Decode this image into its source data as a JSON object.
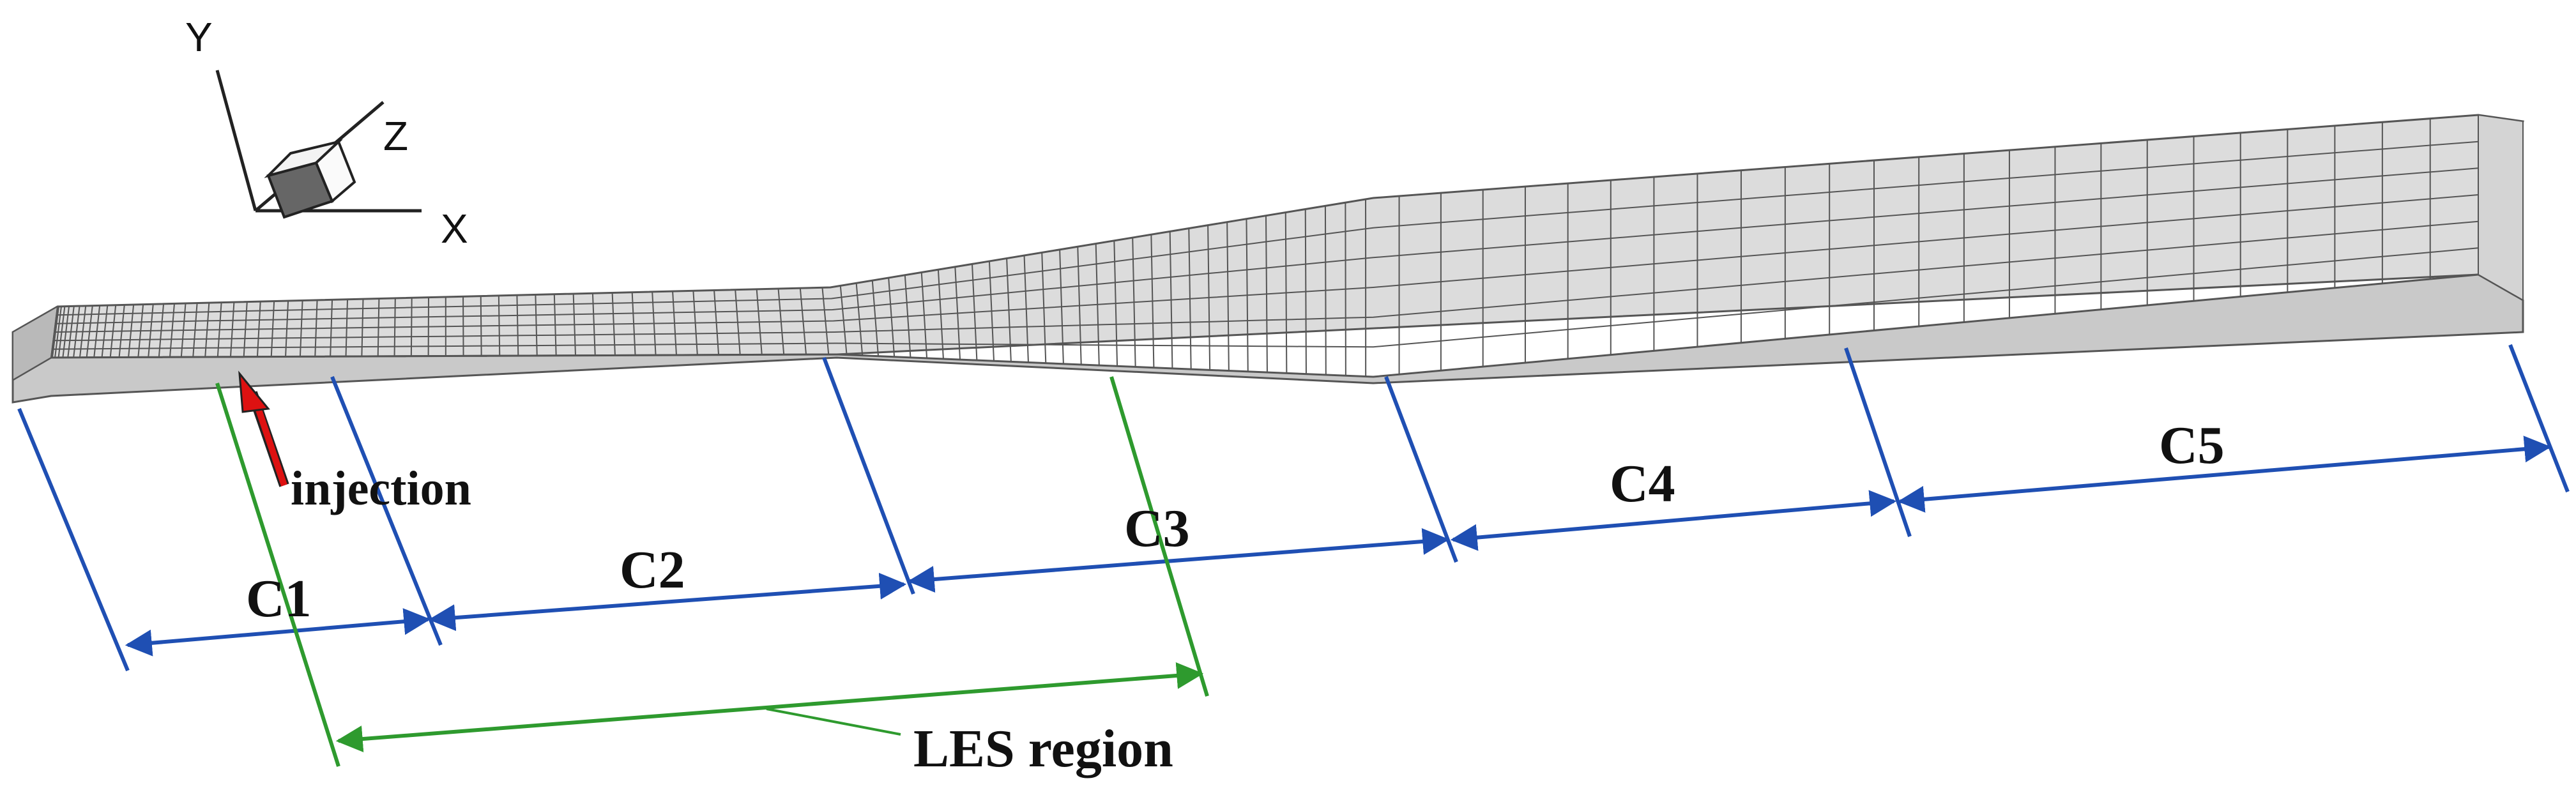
{
  "diagram": {
    "axes": {
      "y": "Y",
      "z": "Z",
      "x": "X"
    },
    "annotations": {
      "injection": "injection",
      "les_region": "LES region"
    },
    "sections": [
      "C1",
      "C2",
      "C3",
      "C4",
      "C5"
    ],
    "colors": {
      "mesh_fill": "#dcdcdc",
      "mesh_line": "#555555",
      "section_dimension": "#1f4fb3",
      "les_dimension": "#2e9a2e",
      "injection_arrow": "#dd1111",
      "text": "#111111"
    }
  }
}
